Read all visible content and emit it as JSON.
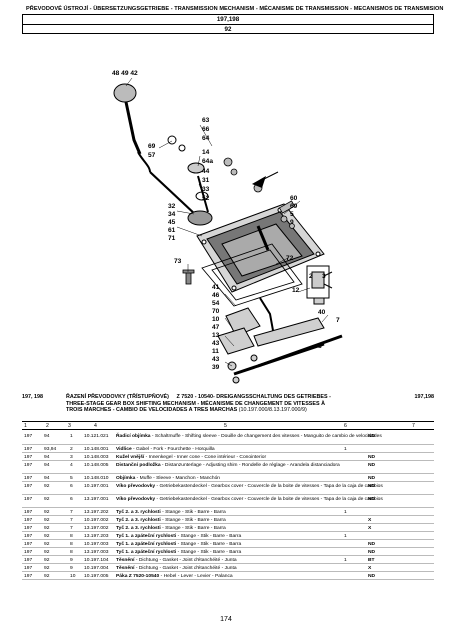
{
  "header": {
    "title": "PŘEVODOVÉ ÚSTROJÍ - ÜBERSETZUNGSGETRIEBE - TRANSMISSION MECHANISM - MÉCANISME DE TRANSMISSION - MECANISMOS DE TRANSMISION",
    "model": "197,198",
    "group": "92"
  },
  "diagram": {
    "callouts": [
      "48 49 42",
      "63",
      "66",
      "64",
      "69",
      "57",
      "14",
      "64a",
      "44",
      "31",
      "33",
      "52",
      "32",
      "34",
      "45",
      "61",
      "71",
      "60",
      "69",
      "5",
      "9",
      "73",
      "72",
      "41",
      "46",
      "54",
      "70",
      "10",
      "47",
      "13",
      "43",
      "11",
      "43",
      "39",
      "12",
      "40",
      "7",
      "8",
      "2",
      "3"
    ]
  },
  "section": {
    "model": "197, 198",
    "title_cz": "ŘAZENÍ PŘEVODOVKY (TŘÍSTUPŇOVÉ)",
    "title_de": "Z 7520 - 10540- DREIGANGSSCHALTUNG DES GETRIEBES -",
    "title_en": "THREE-STAGE GEAR BOX SHIFTING MECHANISM - MÉCANISME DE CHANGEMENT DE VITESSES À",
    "title_fr": "TROIS MARCHES - CAMBIO DE VELOCIDADES A TRES MARCHAS",
    "serial_range": "(10.197.000/8.13.197.000/9)",
    "model_right": "197,198"
  },
  "columns": [
    "1",
    "2",
    "3",
    "4",
    "5",
    "6",
    "7"
  ],
  "rows": [
    {
      "c1": "197",
      "c2": "94",
      "c3": "1",
      "c4": "10.121.021",
      "bold": "Řadicí objímka",
      "rest": " - Schaltmuffe - Shifting sleeve - Douille de changement des vitesses - Manguito de cambio de velocidades",
      "qty": "",
      "note": "ND",
      "h": 13
    },
    {
      "c1": "197",
      "c2": "93,94",
      "c3": "2",
      "c4": "10.148.001",
      "bold": "Vidlice",
      "rest": " - Gabel - Fork - Fourchette - Horquilla",
      "qty": "1",
      "note": "",
      "h": 8
    },
    {
      "c1": "197",
      "c2": "94",
      "c3": "3",
      "c4": "10.148.003",
      "bold": "Kužel vnější",
      "rest": " - Innenkegel - Inner cone - Cone intérieur - Conointerior",
      "qty": "",
      "note": "ND",
      "h": 8
    },
    {
      "c1": "197",
      "c2": "94",
      "c3": "4",
      "c4": "10.148.005",
      "bold": "Distanční podložka",
      "rest": " - Distanzunterlage - Adjusting shim - Rondelle de réglage - Arandela distanciadora",
      "qty": "",
      "note": "ND",
      "h": 13
    },
    {
      "c1": "197",
      "c2": "94",
      "c3": "5",
      "c4": "10.148.010",
      "bold": "Objímka",
      "rest": " - Muffe - Sleeve - Manchon - Manchón",
      "qty": "",
      "note": "ND",
      "h": 8
    },
    {
      "c1": "197",
      "c2": "92",
      "c3": "6",
      "c4": "10.197.001",
      "bold": "Víko převodovky",
      "rest": " - Getriebekastendeckel - Gearbox cover - Couvercle de la boite de vitesses - Tapa de la caja de cambios",
      "qty": "",
      "note": "ND",
      "h": 13
    },
    {
      "c1": "197",
      "c2": "92",
      "c3": "6",
      "c4": "13.197.001",
      "bold": "Víko převodovky",
      "rest": " - Getriebekastendeckel - Gearbox cover - Couvercle de la boite de vitesses - Tapa de la caja de cambios",
      "qty": "",
      "note": "ND",
      "h": 13
    },
    {
      "c1": "197",
      "c2": "92",
      "c3": "7",
      "c4": "13.197.202",
      "bold": "Tyč 2. a 3. rychlosti",
      "rest": " - Stange - Stik - Barre - Barra",
      "qty": "1",
      "note": "",
      "h": 8
    },
    {
      "c1": "197",
      "c2": "92",
      "c3": "7",
      "c4": "10.197.002",
      "bold": "Tyč 2. a 3. rychlosti",
      "rest": " - Stange - Stik - Barre - Barra",
      "qty": "",
      "note": "X",
      "h": 8
    },
    {
      "c1": "197",
      "c2": "92",
      "c3": "7",
      "c4": "13.197.002",
      "bold": "Tyč 2. a 3. rychlosti",
      "rest": " - Stange - Stik - Barre - Barra",
      "qty": "",
      "note": "X",
      "h": 8
    },
    {
      "c1": "197",
      "c2": "92",
      "c3": "8",
      "c4": "13.197.203",
      "bold": "Tyč 1. a zpáteční rychlosti",
      "rest": " - Stange - Stik - Barre - Barra",
      "qty": "1",
      "note": "",
      "h": 8
    },
    {
      "c1": "197",
      "c2": "92",
      "c3": "8",
      "c4": "10.197.003",
      "bold": "Tyč 1. a zpáteční rychlosti",
      "rest": " - Stange - Stik - Barre - Barra",
      "qty": "",
      "note": "ND",
      "h": 8
    },
    {
      "c1": "197",
      "c2": "92",
      "c3": "8",
      "c4": "13.197.003",
      "bold": "Tyč 1. a zpáteční rychlosti",
      "rest": " - Stange - Stik - Barre - Barra",
      "qty": "",
      "note": "ND",
      "h": 8
    },
    {
      "c1": "197",
      "c2": "92",
      "c3": "9",
      "c4": "10.197.104",
      "bold": "Těsnění",
      "rest": " - Dichtung - Gasket - Joint d'étanchéité - Junta",
      "qty": "1",
      "note": "BT",
      "h": 8
    },
    {
      "c1": "197",
      "c2": "92",
      "c3": "9",
      "c4": "10.197.004",
      "bold": "Těsnění",
      "rest": " - Dichtung - Gasket - Joint d'étanchéité - Junta",
      "qty": "",
      "note": "X",
      "h": 8
    },
    {
      "c1": "197",
      "c2": "92",
      "c3": "10",
      "c4": "10.197.005",
      "bold": "Páka Z 7520-10540",
      "rest": " - Hebel - Lever - Levier - Palanca",
      "qty": "",
      "note": "ND",
      "h": 8
    }
  ],
  "page_number": "174"
}
